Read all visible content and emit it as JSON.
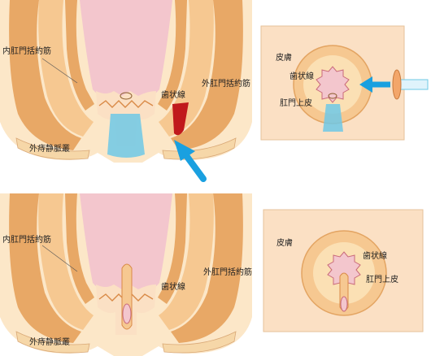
{
  "colors": {
    "skin": "#fce7c8",
    "muscle": "#e8a866",
    "muscle_dark": "#d98a47",
    "muscle_light": "#f6c891",
    "rectum": "#f3c6cd",
    "rectum_edge": "#e0a0a8",
    "inset_bg": "#fbe0c4",
    "dentate_red": "#c0191c",
    "anoscope_blue": "#6ec8e6",
    "arrow_blue": "#1aa0e0",
    "dark_outline": "#8a5a2a"
  },
  "top_panel": {
    "label_internal_sphincter": "内肛門括約筋",
    "label_external_sphincter": "外肛門括約筋",
    "label_dentate_line": "歯状線",
    "label_external_venous_plexus": "外痔静脈叢"
  },
  "top_inset": {
    "label_skin": "皮膚",
    "label_dentate_line": "歯状線",
    "label_anal_epithelium": "肛門上皮"
  },
  "bottom_panel": {
    "label_internal_sphincter": "内肛門括約筋",
    "label_external_sphincter": "外肛門括約筋",
    "label_dentate_line": "歯状線",
    "label_external_venous_plexus": "外痔静脈叢"
  },
  "bottom_inset": {
    "label_skin": "皮膚",
    "label_dentate_line": "歯状線",
    "label_anal_epithelium": "肛門上皮"
  },
  "icons": {
    "insertion_arrow": "arrow-icon",
    "anoscope": "anoscope-icon"
  }
}
